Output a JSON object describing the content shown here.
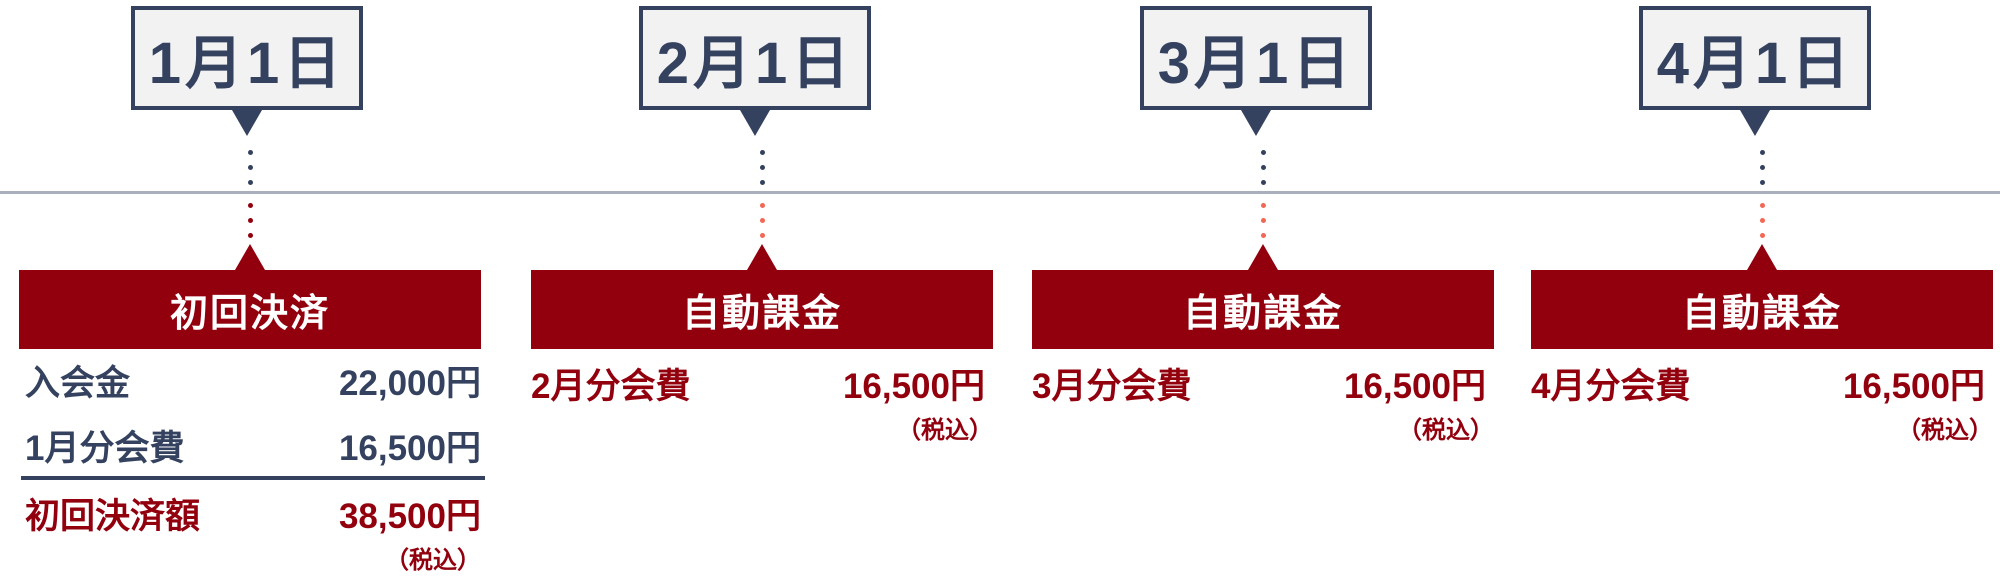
{
  "columns": [
    {
      "date": "1月1日",
      "header": "初回決済",
      "rows": [
        {
          "label": "入会金",
          "amount": "22,000円"
        },
        {
          "label": "1月分会費",
          "amount": "16,500円"
        }
      ],
      "total": {
        "label": "初回決済額",
        "amount": "38,500円"
      },
      "tax_note": "（税込）"
    },
    {
      "date": "2月1日",
      "header": "自動課金",
      "rows": [
        {
          "label": "2月分会費",
          "amount": "16,500円"
        }
      ],
      "tax_note": "（税込）"
    },
    {
      "date": "3月1日",
      "header": "自動課金",
      "rows": [
        {
          "label": "3月分会費",
          "amount": "16,500円"
        }
      ],
      "tax_note": "（税込）"
    },
    {
      "date": "4月1日",
      "header": "自動課金",
      "rows": [
        {
          "label": "4月分会費",
          "amount": "16,500円"
        }
      ],
      "tax_note": "（税込）"
    }
  ],
  "colors": {
    "navy": "#344260",
    "red": "#92000e",
    "salmon": "#f26755",
    "timeline": "#a9b0bb",
    "date_bg": "#f2f2f2"
  }
}
